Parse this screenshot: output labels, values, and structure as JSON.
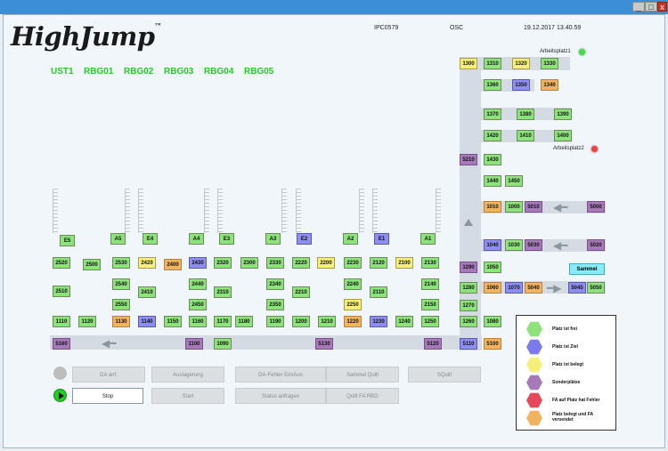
{
  "header": {
    "logo": "HighJump",
    "logo_tm": "™",
    "ipc": "IPC0579",
    "osc": "OSC",
    "datetime": "19.12.2017 13.40.59"
  },
  "nav_labels": [
    "UST1",
    "RBG01",
    "RBG02",
    "RBG03",
    "RBG04",
    "RBG05"
  ],
  "arbeitsplatz": [
    {
      "label": "Arbeitsplatz1",
      "status": "green"
    },
    {
      "label": "Arbeitsplatz2",
      "status": "red"
    }
  ],
  "sammel_label": "Sammel",
  "columns": [
    {
      "top": "E5",
      "c1": "2520",
      "c2": "2510",
      "floor": "1110"
    },
    {
      "top": "A5",
      "c1": "2530",
      "c2": "2540",
      "c3": "2550",
      "floor": "1130"
    },
    {
      "top": "E4",
      "c1": "2420",
      "c2": "2410",
      "floor": "1140"
    },
    {
      "top": "A4",
      "c1": "2430",
      "c2": "2440",
      "c3": "2450",
      "floor": "1160"
    },
    {
      "top": "E3",
      "c1": "2320",
      "c2": "2310",
      "floor": "1170"
    },
    {
      "top": "A3",
      "c1": "2330",
      "c2": "2340",
      "c3": "2350",
      "floor": "1190"
    },
    {
      "top": "E2",
      "c1": "2220",
      "c2": "2210",
      "floor": "1200"
    },
    {
      "top": "A2",
      "c1": "2230",
      "c2": "2240",
      "c3": "2250",
      "floor": "1220"
    },
    {
      "top": "E1",
      "c1": "2120",
      "c2": "2110",
      "floor": "1230"
    },
    {
      "top": "A1",
      "c1": "2130",
      "c2": "2140",
      "c3": "2150",
      "floor": "1250"
    }
  ],
  "extra_codes": {
    "c2500": "2500",
    "c2400": "2400",
    "c2300": "2300",
    "c2200": "2200",
    "c2100": "2100",
    "c1120": "1120",
    "c1150": "1150",
    "c1180": "1180",
    "c1210": "1210",
    "c1240": "1240",
    "c1260": "1260",
    "c1080": "1080",
    "c1090": "1090",
    "c5160": "5160",
    "c1100": "1100",
    "c5130": "5130",
    "c5120": "5120",
    "c5110": "5110",
    "c5100": "5100",
    "c1300": "1300",
    "c1310": "1310",
    "c1320": "1320",
    "c1330": "1330",
    "c1360": "1360",
    "c1350": "1350",
    "c1340": "1340",
    "c1370": "1370",
    "c1380": "1380",
    "c1390": "1390",
    "c1420": "1420",
    "c1410": "1410",
    "c1400": "1400",
    "c5210": "5210",
    "c1430": "1430",
    "c1440": "1440",
    "c1450": "1450",
    "c1010": "1010",
    "c1000": "1000",
    "c5010": "5010",
    "c5000": "5000",
    "c1040": "1040",
    "c1030": "1030",
    "c5030": "5030",
    "c5020": "5020",
    "c1290": "1290",
    "c1050": "1050",
    "c1280": "1280",
    "c1060": "1060",
    "c1070": "1070",
    "c5040": "5040",
    "c5045": "5045",
    "c5050": "5050",
    "c1270": "1270"
  },
  "buttons": {
    "da_anf": "DA anf.",
    "auslagerung": "Auslagerung",
    "da_fehler": "DA-Fehler Ein/Aus",
    "sammel_quilt": "Sammel Quilt",
    "squilt": "SQuilt",
    "stop": "Stop",
    "start": "Start",
    "status_anfragen": "Status anfragen",
    "quilt_fa_rbg": "Quilt FA RBG"
  },
  "legend": [
    {
      "color": "#8be37a",
      "label": "Platz ist frei"
    },
    {
      "color": "#7b7bea",
      "label": "Platz ist Ziel"
    },
    {
      "color": "#f6f07a",
      "label": "Platz ist belegt"
    },
    {
      "color": "#a67ab8",
      "label": "Sonderplätze"
    },
    {
      "color": "#e4485a",
      "label": "FA auf Platz hat Fehler"
    },
    {
      "color": "#f2b35e",
      "label": "Platz belegt und FA versendet"
    }
  ],
  "colors": {
    "frei": "#8be37a",
    "ziel": "#8e8ef0",
    "belegt": "#f6f07a",
    "sonder": "#a67ab8",
    "versendet": "#f2b35e",
    "nav": "#22cc22"
  }
}
